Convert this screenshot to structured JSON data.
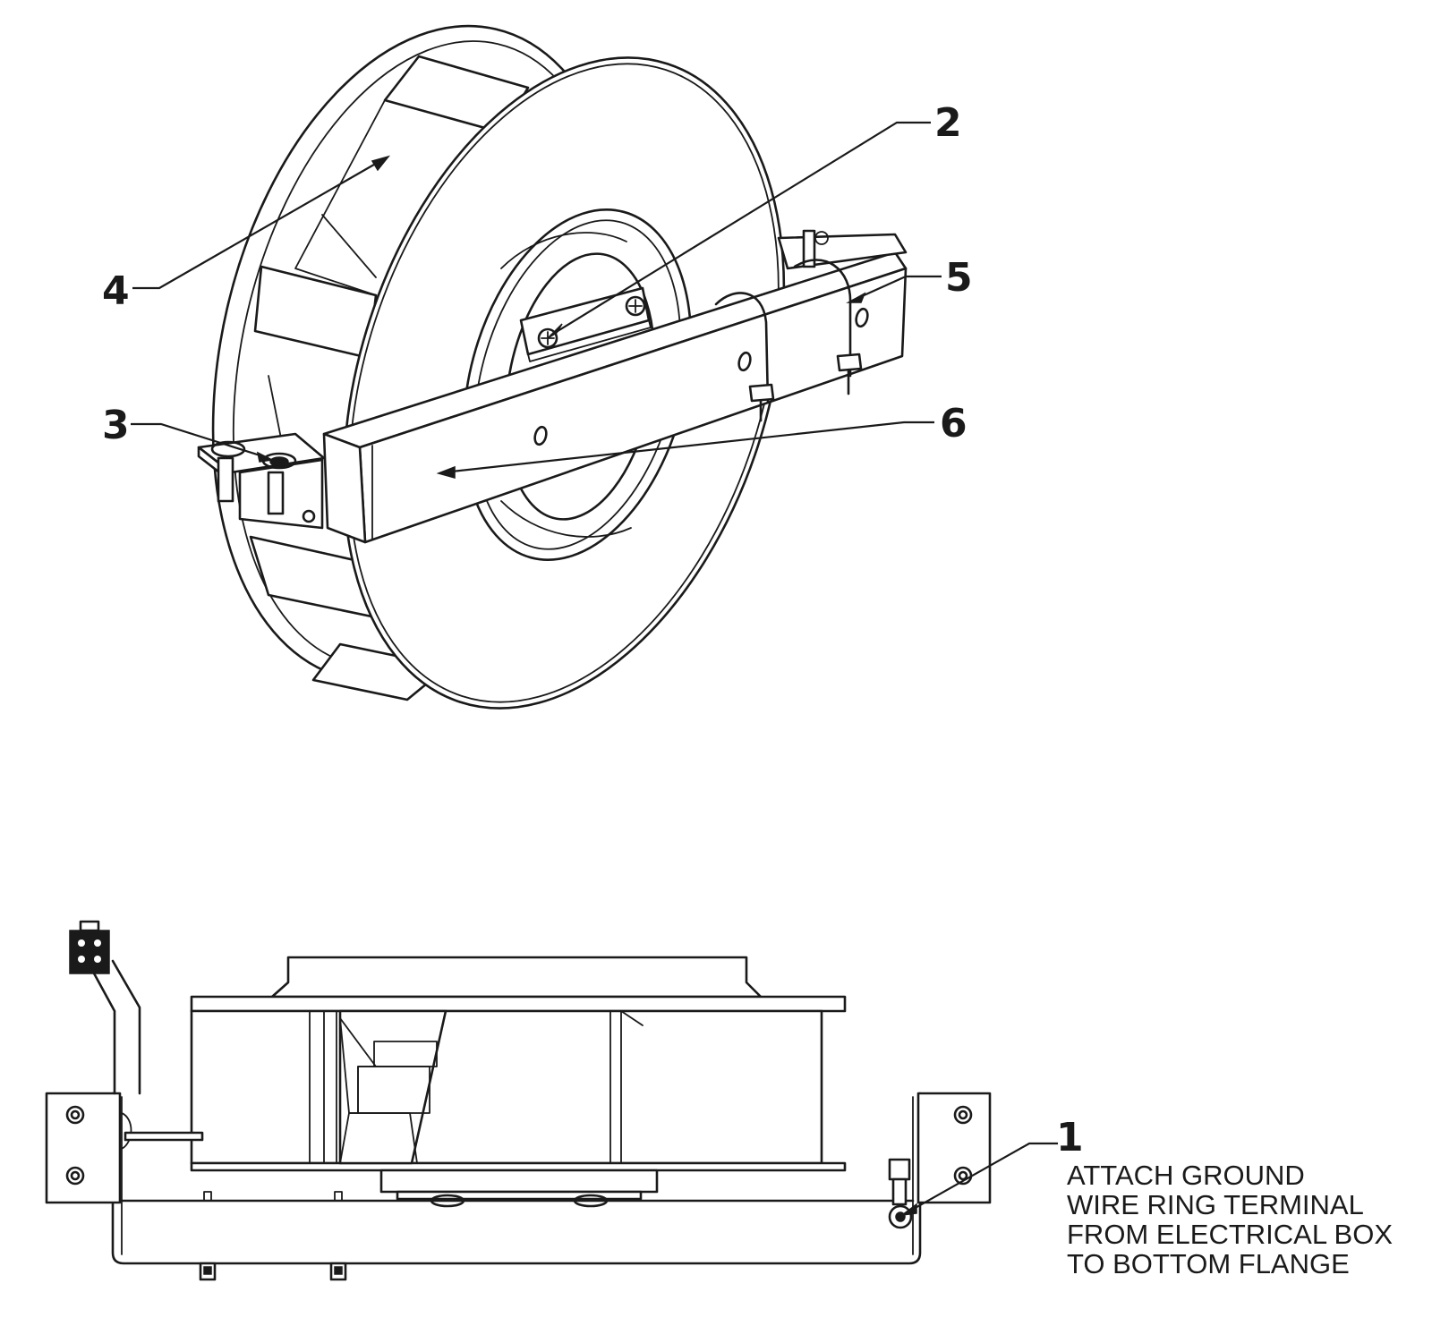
{
  "callouts": {
    "c1": "1",
    "c2": "2",
    "c3": "3",
    "c4": "4",
    "c5": "5",
    "c6": "6"
  },
  "note": {
    "line1": "ATTACH GROUND",
    "line2": "WIRE RING TERMINAL",
    "line3": "FROM ELECTRICAL BOX",
    "line4": "TO BOTTOM FLANGE"
  }
}
